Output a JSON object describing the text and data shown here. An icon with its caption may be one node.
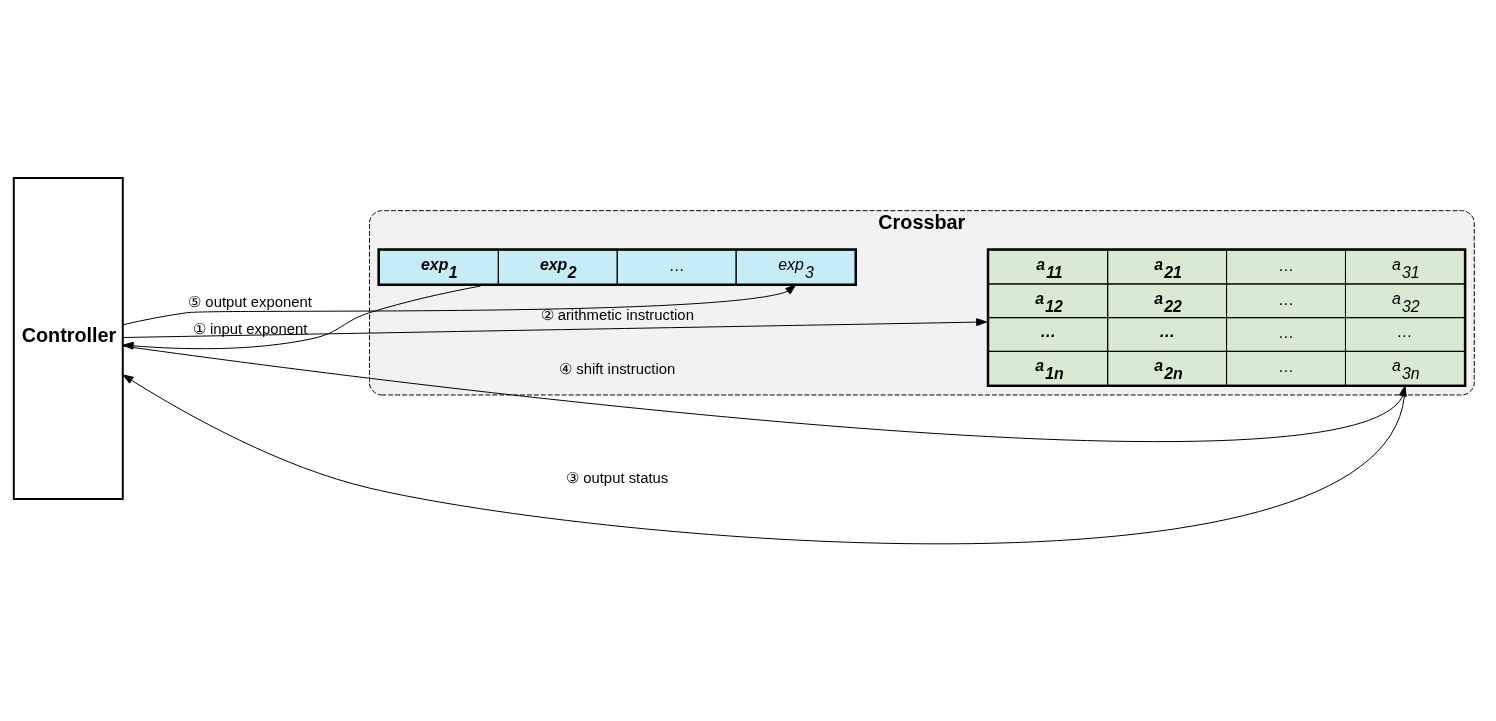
{
  "diagram": {
    "nodes": [
      {
        "text": [
          "Controller"
        ]
      },
      {
        "text": [
          "Crossbar"
        ]
      },
      {
        "text": [
          "exp$_{1}$",
          "exp$_{2}$",
          "…",
          "exp$_{3}$"
        ],
        "in": 1
      },
      {
        "text": [
          "a$_{11}$",
          "a$_{21}$",
          "…",
          "a$_{31}$",
          "a$_{12}$",
          "a$_{22}$",
          "…",
          "a$_{32}$",
          "…",
          "…",
          "…",
          "…",
          "a$_{1n}$",
          "a$_{2n}$",
          "…",
          "a$_{3n}$"
        ],
        "in": 1
      }
    ],
    "edges": [
      {
        "from": 0,
        "to": 2,
        "arrow": "to",
        "label": "⑤ output exponent"
      },
      {
        "from": 2,
        "to": 0,
        "arrow": "to",
        "label": "① input exponent"
      },
      {
        "from": 0,
        "to": 3,
        "arrow": "to",
        "label": "② arithmetic instruction"
      },
      {
        "from": 3,
        "to": 0,
        "arrow": "to",
        "label": "③ output status"
      },
      {
        "from": 0,
        "to": 3,
        "arrow": "to",
        "label": "④ shift instruction"
      }
    ]
  }
}
